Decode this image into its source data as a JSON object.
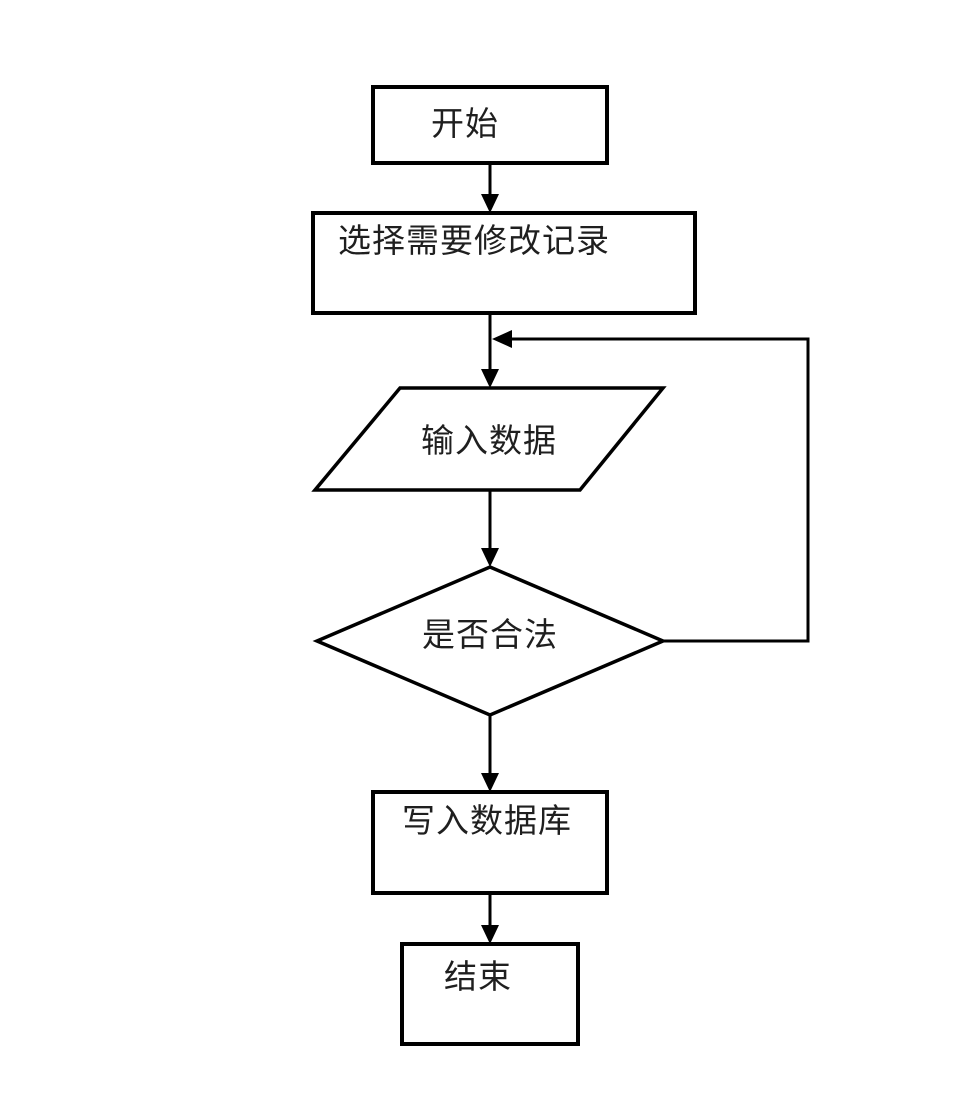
{
  "page": {
    "background_color": "#ffffff"
  },
  "diagram": {
    "type": "flowchart",
    "stroke_color": "#000000",
    "text_color": "#1f1f1f",
    "nodes": {
      "start": {
        "label": "开始",
        "shape": "rectangle",
        "role": "start"
      },
      "select": {
        "label": "选择需要修改记录",
        "shape": "rectangle",
        "role": "process"
      },
      "input": {
        "label": "输入数据",
        "shape": "parallelogram",
        "role": "input-output"
      },
      "decision": {
        "label": "是否合法",
        "shape": "diamond",
        "role": "decision"
      },
      "write": {
        "label": "写入数据库",
        "shape": "rectangle",
        "role": "process"
      },
      "end": {
        "label": "结束",
        "shape": "rectangle",
        "role": "end"
      }
    },
    "edges": [
      {
        "from": "start",
        "to": "select",
        "style": "arrow-down"
      },
      {
        "from": "select",
        "to": "input",
        "style": "arrow-down"
      },
      {
        "from": "input",
        "to": "decision",
        "style": "arrow-down"
      },
      {
        "from": "decision",
        "to": "input",
        "style": "loop-back-right",
        "note": "returns above input node"
      },
      {
        "from": "decision",
        "to": "write",
        "style": "arrow-down"
      },
      {
        "from": "write",
        "to": "end",
        "style": "arrow-down"
      }
    ]
  }
}
